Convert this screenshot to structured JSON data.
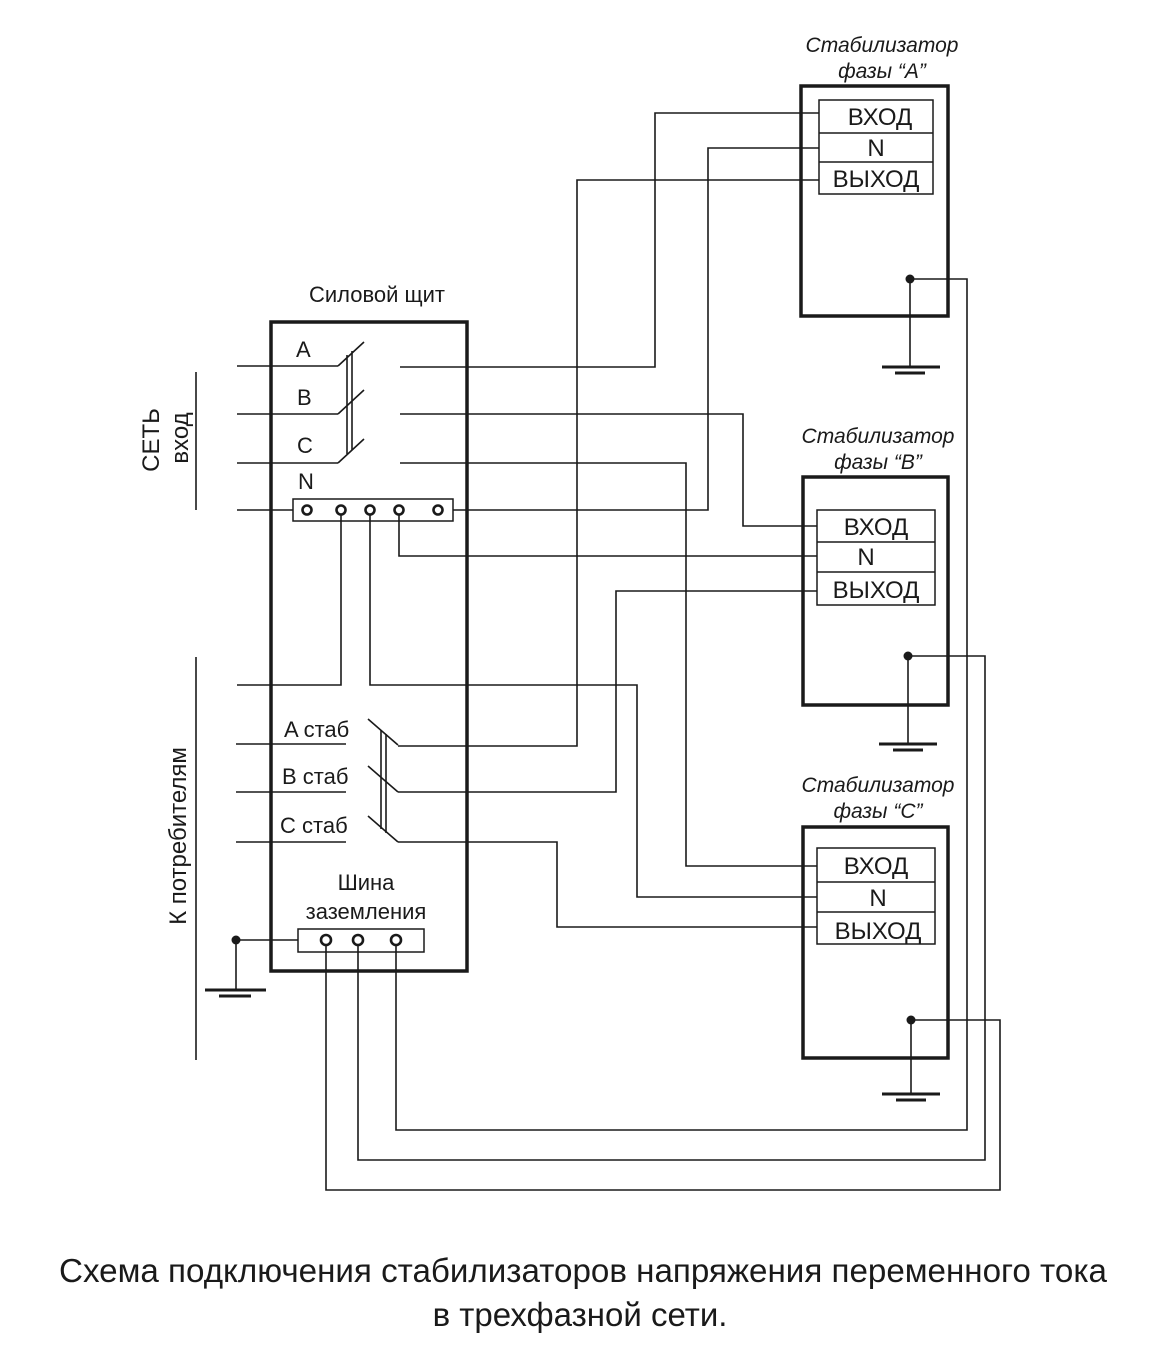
{
  "panel": {
    "title": "Силовой щит",
    "inputs": [
      "A",
      "B",
      "C",
      "N"
    ],
    "outputs": [
      "A стаб",
      "B стаб",
      "C стаб"
    ],
    "ground_bus": [
      "Шина",
      "заземления"
    ]
  },
  "side_labels": {
    "network": "СЕТЬ",
    "input": "вход",
    "consumers": "К потребителям"
  },
  "stabilizers": [
    {
      "title": [
        "Стабилизатор",
        "фазы “А”"
      ],
      "terminals": [
        "ВХОД",
        "N",
        "ВЫХОД"
      ]
    },
    {
      "title": [
        "Стабилизатор",
        "фазы “В”"
      ],
      "terminals": [
        "ВХОД",
        "N",
        "ВЫХОД"
      ]
    },
    {
      "title": [
        "Стабилизатор",
        "фазы “С”"
      ],
      "terminals": [
        "ВХОД",
        "N",
        "ВЫХОД"
      ]
    }
  ],
  "caption": [
    "Схема подключения стабилизаторов напряжения переменного тока",
    "в трехфазной сети."
  ]
}
